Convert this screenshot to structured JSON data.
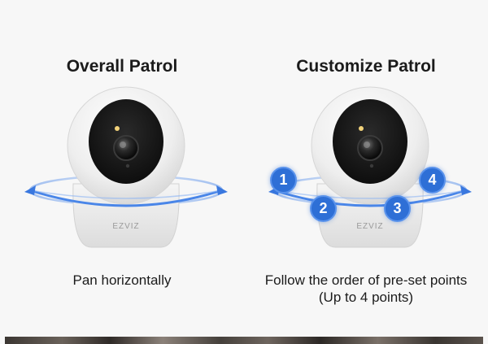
{
  "colors": {
    "background": "#f7f7f7",
    "marker_blue": "#2e6fd6",
    "orbit_blue": "#4a86e8",
    "camera_white": "#f4f4f4",
    "lens_black": "#1c1c1c"
  },
  "left": {
    "title": "Overall Patrol",
    "caption": "Pan horizontally",
    "brand": "EZVIZ"
  },
  "right": {
    "title": "Customize Patrol",
    "caption_line1": "Follow the order of pre-set points",
    "caption_line2": "(Up to 4 points)",
    "brand": "EZVIZ",
    "markers": [
      "1",
      "2",
      "3",
      "4"
    ]
  }
}
